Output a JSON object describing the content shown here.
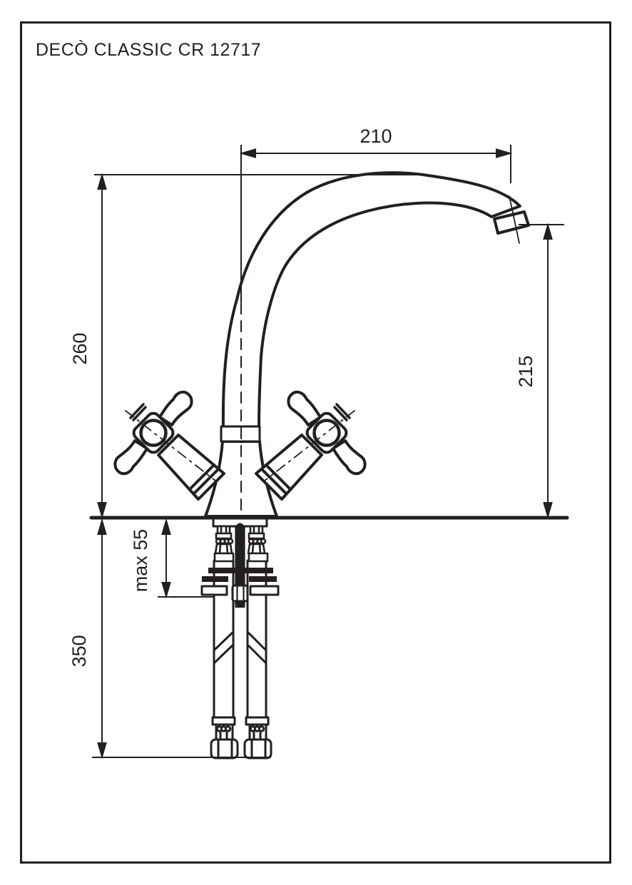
{
  "title": "DECÒ CLASSIC CR 12717",
  "colors": {
    "ink": "#231f20",
    "paper": "#ffffff"
  },
  "dimensions": {
    "spout_reach": "210",
    "total_height": "260",
    "spout_outlet_height": "215",
    "max_deck_thickness": "max 55",
    "supply_hose_length": "350"
  }
}
